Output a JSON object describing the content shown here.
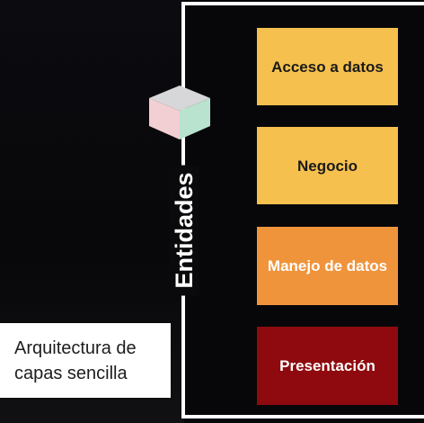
{
  "diagram": {
    "entities_label": "Entidades",
    "caption": {
      "line1": "Arquitectura de",
      "line2": "capas sencilla"
    },
    "layers": [
      {
        "label": "Acceso a datos",
        "bg": "#f6c04e",
        "fg": "#1a1a1a"
      },
      {
        "label": "Negocio",
        "bg": "#f6c04e",
        "fg": "#1a1a1a"
      },
      {
        "label": "Manejo de datos",
        "bg": "#f0943c",
        "fg": "#ffffff"
      },
      {
        "label": "Presentación",
        "bg": "#8e0a0e",
        "fg": "#ffffff"
      }
    ],
    "cube_colors": {
      "top": "#d7d7d9",
      "left": "#f2cfd2",
      "right": "#b9e3cf"
    }
  }
}
